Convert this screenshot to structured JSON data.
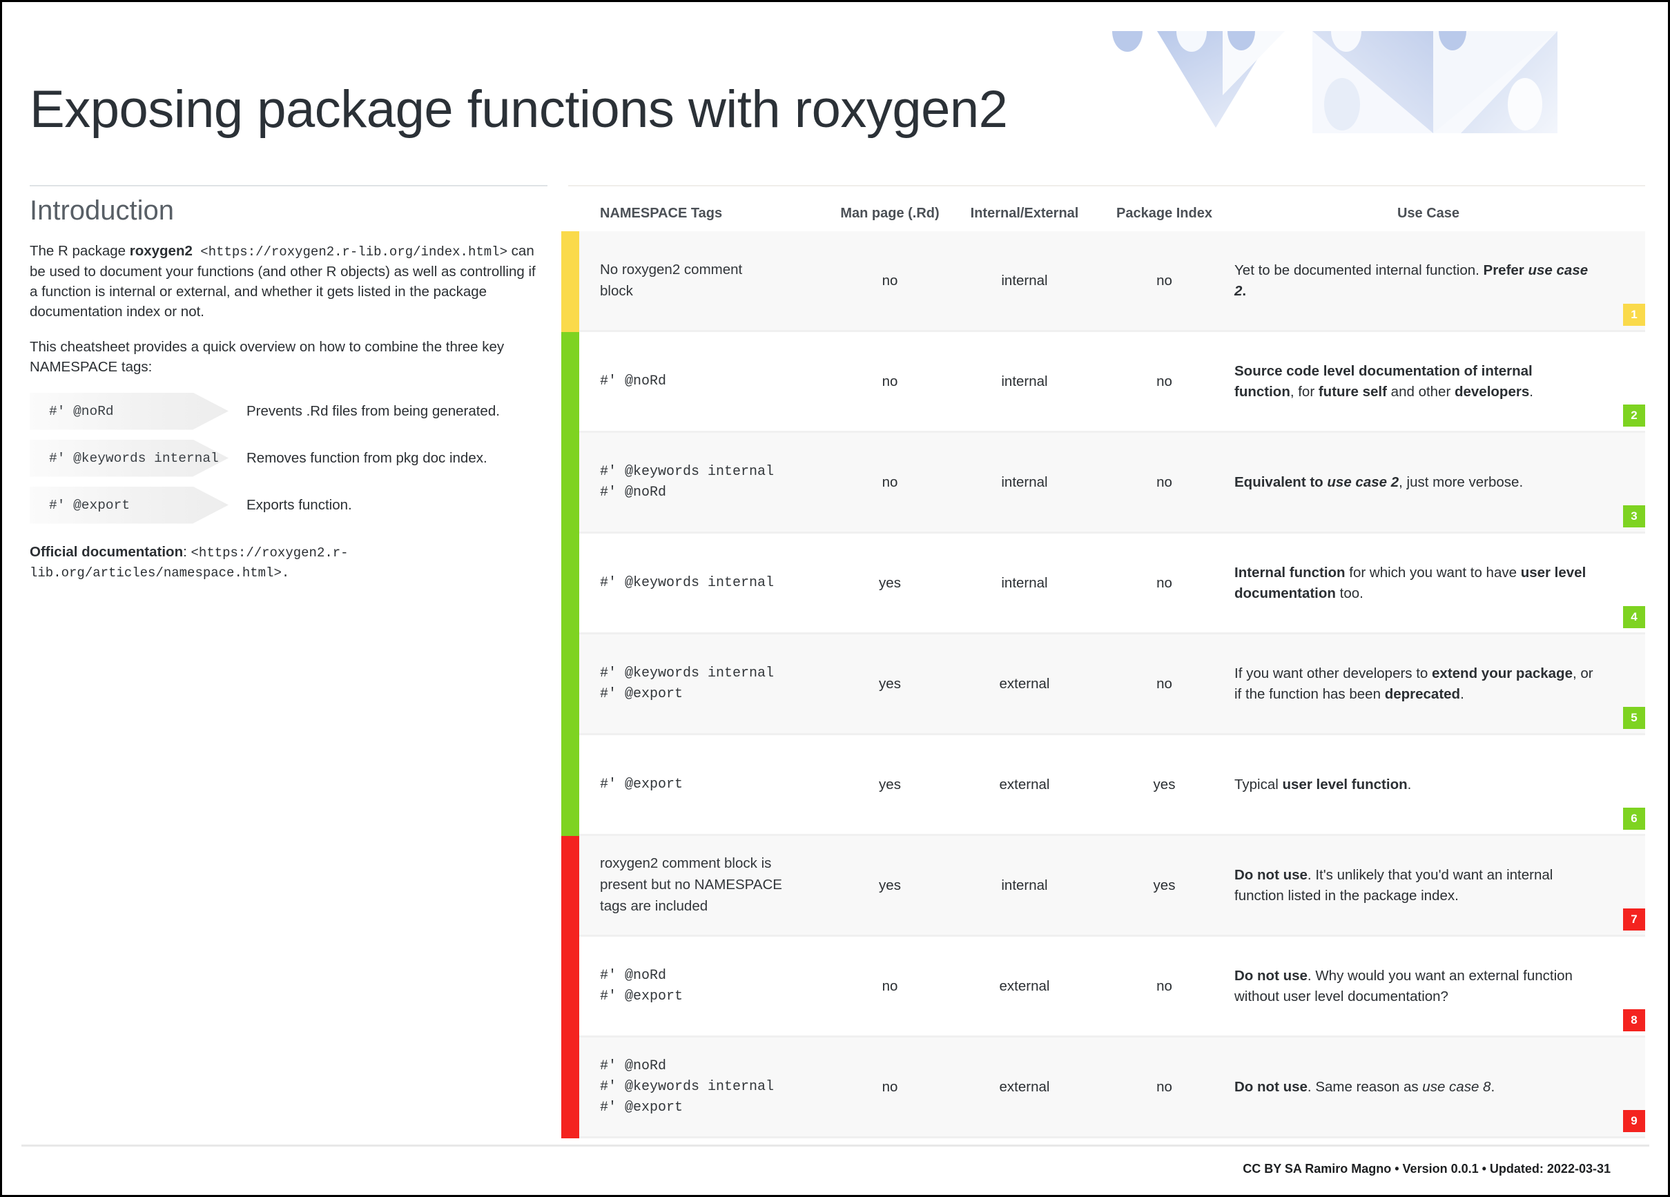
{
  "page": {
    "title": "Exposing package functions with roxygen2",
    "accent_yellow": "#fada4b",
    "accent_green": "#7ed321",
    "accent_red": "#f4231f",
    "deco_color": "#bccbe8"
  },
  "intro": {
    "heading": "Introduction",
    "paragraph_1_a": "The R package ",
    "paragraph_1_b": "roxygen2",
    "paragraph_1_url": " <https://roxygen2.r-lib.org/index.html>",
    "paragraph_1_c": " can be used to document your functions (and other R objects) as well as controlling if a function is internal or external, and whether it gets listed in the package documentation index or not.",
    "paragraph_2": "This cheatsheet provides a quick overview on how to combine the three key NAMESPACE tags:",
    "tags": [
      {
        "tag": "#' @noRd",
        "desc": "Prevents .Rd files from being generated."
      },
      {
        "tag": "#' @keywords internal",
        "desc": "Removes function from pkg doc index."
      },
      {
        "tag": "#' @export",
        "desc": "Exports function."
      }
    ],
    "official_label": "Official documentation",
    "official_sep": ": ",
    "official_url": "<https://roxygen2.r-lib.org/articles/namespace.html>."
  },
  "table": {
    "headers": {
      "tags": "NAMESPACE Tags",
      "man": "Man page (.Rd)",
      "internal": "Internal/External",
      "index": "Package Index",
      "usecase": "Use Case"
    },
    "groups": [
      {
        "color": "yellow",
        "rows": [
          {
            "tags": "No roxygen2 comment\nblock",
            "tags_is_mono": false,
            "man": "no",
            "internal": "internal",
            "index": "no",
            "use_parts": [
              {
                "t": "Yet to be documented internal function. ",
                "s": "normal"
              },
              {
                "t": "Prefer ",
                "s": "bold"
              },
              {
                "t": "use case 2",
                "s": "bold-italic"
              },
              {
                "t": ".",
                "s": "bold"
              }
            ],
            "badge": "1",
            "alt": true
          }
        ]
      },
      {
        "color": "green",
        "rows": [
          {
            "tags": "#' @noRd",
            "tags_is_mono": true,
            "man": "no",
            "internal": "internal",
            "index": "no",
            "use_parts": [
              {
                "t": "Source code level documentation of internal function",
                "s": "bold"
              },
              {
                "t": ", for ",
                "s": "normal"
              },
              {
                "t": "future self",
                "s": "bold"
              },
              {
                "t": " and other ",
                "s": "normal"
              },
              {
                "t": "developers",
                "s": "bold"
              },
              {
                "t": ".",
                "s": "normal"
              }
            ],
            "badge": "2",
            "alt": false
          },
          {
            "tags": "#' @keywords internal\n#' @noRd",
            "tags_is_mono": true,
            "man": "no",
            "internal": "internal",
            "index": "no",
            "use_parts": [
              {
                "t": "Equivalent to ",
                "s": "bold"
              },
              {
                "t": "use case 2",
                "s": "bold-italic"
              },
              {
                "t": ", just more verbose.",
                "s": "normal"
              }
            ],
            "badge": "3",
            "alt": true
          },
          {
            "tags": "#' @keywords internal",
            "tags_is_mono": true,
            "man": "yes",
            "internal": "internal",
            "index": "no",
            "use_parts": [
              {
                "t": "Internal function",
                "s": "bold"
              },
              {
                "t": " for which you want to have ",
                "s": "normal"
              },
              {
                "t": "user level documentation",
                "s": "bold"
              },
              {
                "t": " too.",
                "s": "normal"
              }
            ],
            "badge": "4",
            "alt": false
          },
          {
            "tags": "#' @keywords internal\n#' @export",
            "tags_is_mono": true,
            "man": "yes",
            "internal": "external",
            "index": "no",
            "use_parts": [
              {
                "t": "If you want other developers to ",
                "s": "normal"
              },
              {
                "t": "extend your package",
                "s": "bold"
              },
              {
                "t": ", or if the function has been ",
                "s": "normal"
              },
              {
                "t": "deprecated",
                "s": "bold"
              },
              {
                "t": ".",
                "s": "normal"
              }
            ],
            "badge": "5",
            "alt": true
          },
          {
            "tags": "#' @export",
            "tags_is_mono": true,
            "man": "yes",
            "internal": "external",
            "index": "yes",
            "use_parts": [
              {
                "t": "Typical ",
                "s": "normal"
              },
              {
                "t": "user level function",
                "s": "bold"
              },
              {
                "t": ".",
                "s": "normal"
              }
            ],
            "badge": "6",
            "alt": false
          }
        ]
      },
      {
        "color": "red",
        "rows": [
          {
            "tags": "roxygen2 comment block is\npresent but no NAMESPACE\ntags are included",
            "tags_is_mono": false,
            "man": "yes",
            "internal": "internal",
            "index": "yes",
            "use_parts": [
              {
                "t": "Do not use",
                "s": "bold"
              },
              {
                "t": ". It's unlikely that you'd want an internal function listed in the package index.",
                "s": "normal"
              }
            ],
            "badge": "7",
            "alt": true
          },
          {
            "tags": "#' @noRd\n#' @export",
            "tags_is_mono": true,
            "man": "no",
            "internal": "external",
            "index": "no",
            "use_parts": [
              {
                "t": "Do not use",
                "s": "bold"
              },
              {
                "t": ". Why would you want an external function without user level documentation?",
                "s": "normal"
              }
            ],
            "badge": "8",
            "alt": false
          },
          {
            "tags": "#' @noRd\n#' @keywords internal\n#' @export",
            "tags_is_mono": true,
            "man": "no",
            "internal": "external",
            "index": "no",
            "use_parts": [
              {
                "t": "Do not use",
                "s": "bold"
              },
              {
                "t": ". Same reason as ",
                "s": "normal"
              },
              {
                "t": "use case 8",
                "s": "italic"
              },
              {
                "t": ".",
                "s": "normal"
              }
            ],
            "badge": "9",
            "alt": true
          }
        ]
      }
    ]
  },
  "footer": {
    "text": "CC BY SA Ramiro Magno • Version 0.0.1 • Updated: 2022-03-31"
  }
}
